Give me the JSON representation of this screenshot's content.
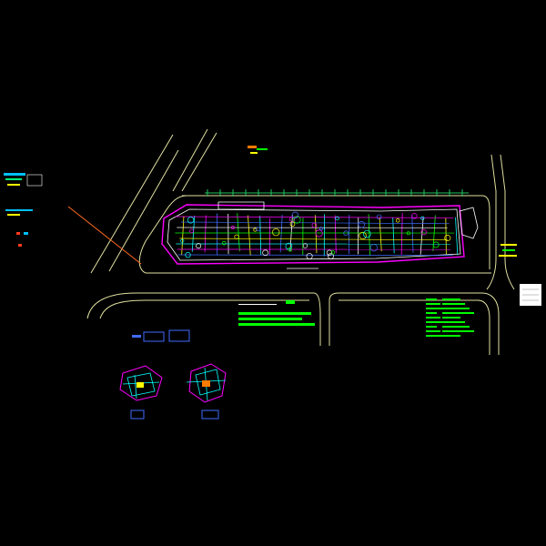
{
  "view": {
    "background": "#000000",
    "colors": {
      "yellow": "#ffff00",
      "white": "#ffffff",
      "green": "#00ff00",
      "magenta": "#ff00ff",
      "cyan": "#00ffff",
      "blue": "#3f6bff",
      "red": "#ff3b1a",
      "orange": "#ff7a00"
    }
  },
  "drawing": {
    "layers": [
      "roads",
      "site-boundary",
      "building-footprints",
      "pipe-network",
      "tree-row",
      "notes",
      "details"
    ],
    "notes_block_title": "",
    "legend_block_title": ""
  }
}
